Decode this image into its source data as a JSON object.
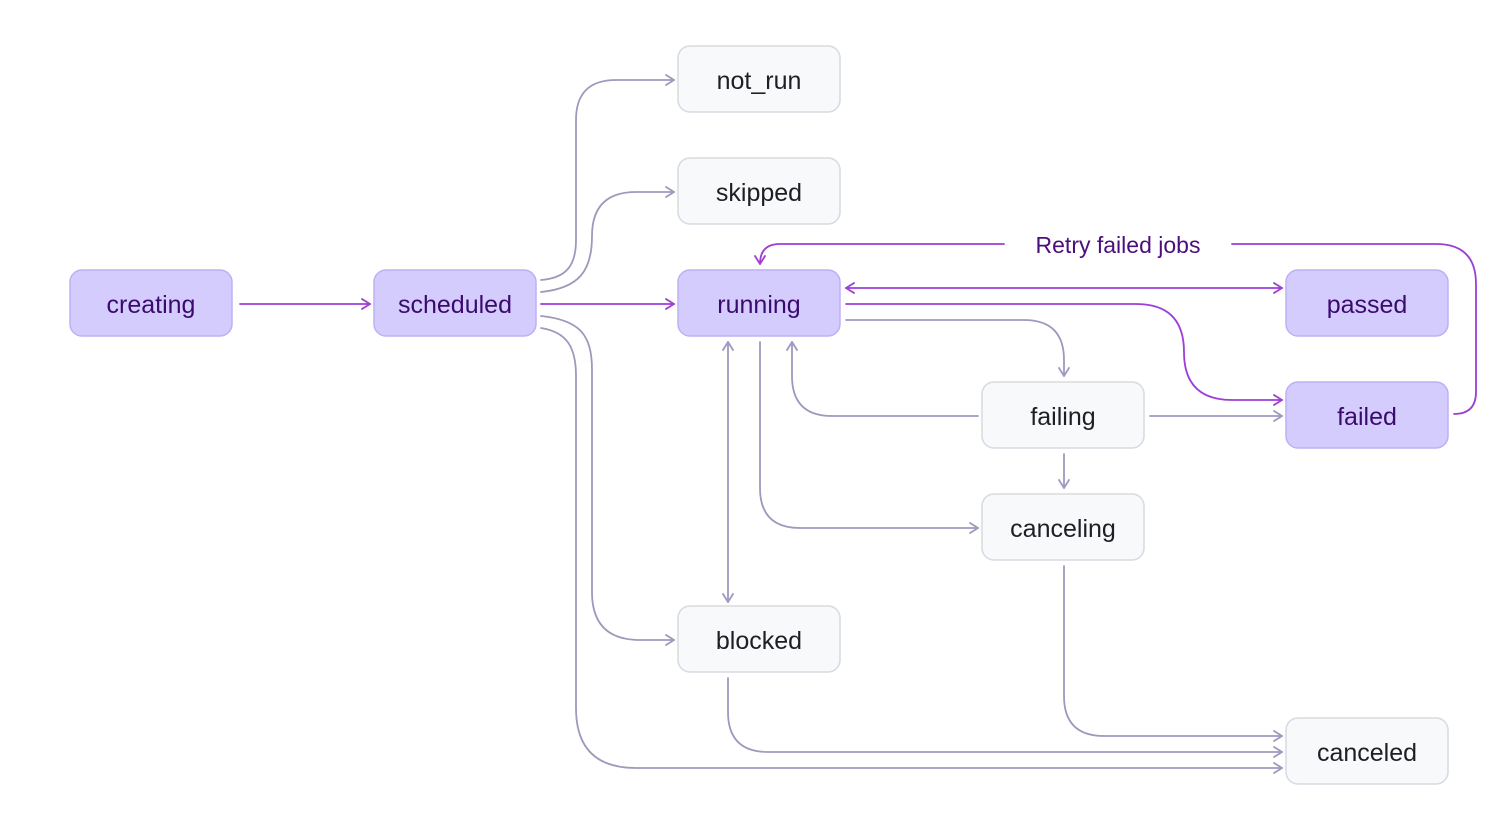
{
  "diagram": {
    "colors": {
      "happy_fill": "#d4ccfd",
      "happy_stroke": "#bfb0f5",
      "happy_text": "#3b0a6e",
      "other_fill": "#f8f9fb",
      "other_stroke": "#d7dae0",
      "other_text": "#1c1f24",
      "edge_grey": "#9e99bd",
      "edge_purple": "#9b3fd6",
      "edge_label_text": "#4a0f7d"
    },
    "states": {
      "creating": "creating",
      "scheduled": "scheduled",
      "running": "running",
      "passed": "passed",
      "failed": "failed",
      "not_run": "not_run",
      "skipped": "skipped",
      "failing": "failing",
      "canceling": "canceling",
      "blocked": "blocked",
      "canceled": "canceled"
    },
    "highlighted_states": [
      "creating",
      "scheduled",
      "running",
      "passed",
      "failed"
    ],
    "edge_labels": {
      "retry": "Retry failed jobs"
    },
    "transitions": [
      {
        "from": "creating",
        "to": "scheduled",
        "style": "purple"
      },
      {
        "from": "scheduled",
        "to": "running",
        "style": "purple"
      },
      {
        "from": "scheduled",
        "to": "not_run",
        "style": "grey"
      },
      {
        "from": "scheduled",
        "to": "skipped",
        "style": "grey"
      },
      {
        "from": "scheduled",
        "to": "blocked",
        "style": "grey"
      },
      {
        "from": "scheduled",
        "to": "canceled",
        "style": "grey"
      },
      {
        "from": "running",
        "to": "passed",
        "style": "purple",
        "bidirectional": true
      },
      {
        "from": "running",
        "to": "failed",
        "style": "purple"
      },
      {
        "from": "failed",
        "to": "running",
        "style": "purple",
        "label": "Retry failed jobs"
      },
      {
        "from": "running",
        "to": "failing",
        "style": "grey"
      },
      {
        "from": "failing",
        "to": "running",
        "style": "grey"
      },
      {
        "from": "failing",
        "to": "failed",
        "style": "grey"
      },
      {
        "from": "failing",
        "to": "canceling",
        "style": "grey"
      },
      {
        "from": "running",
        "to": "canceling",
        "style": "grey"
      },
      {
        "from": "running",
        "to": "blocked",
        "style": "grey",
        "bidirectional": true
      },
      {
        "from": "canceling",
        "to": "canceled",
        "style": "grey"
      },
      {
        "from": "blocked",
        "to": "canceled",
        "style": "grey"
      }
    ]
  }
}
